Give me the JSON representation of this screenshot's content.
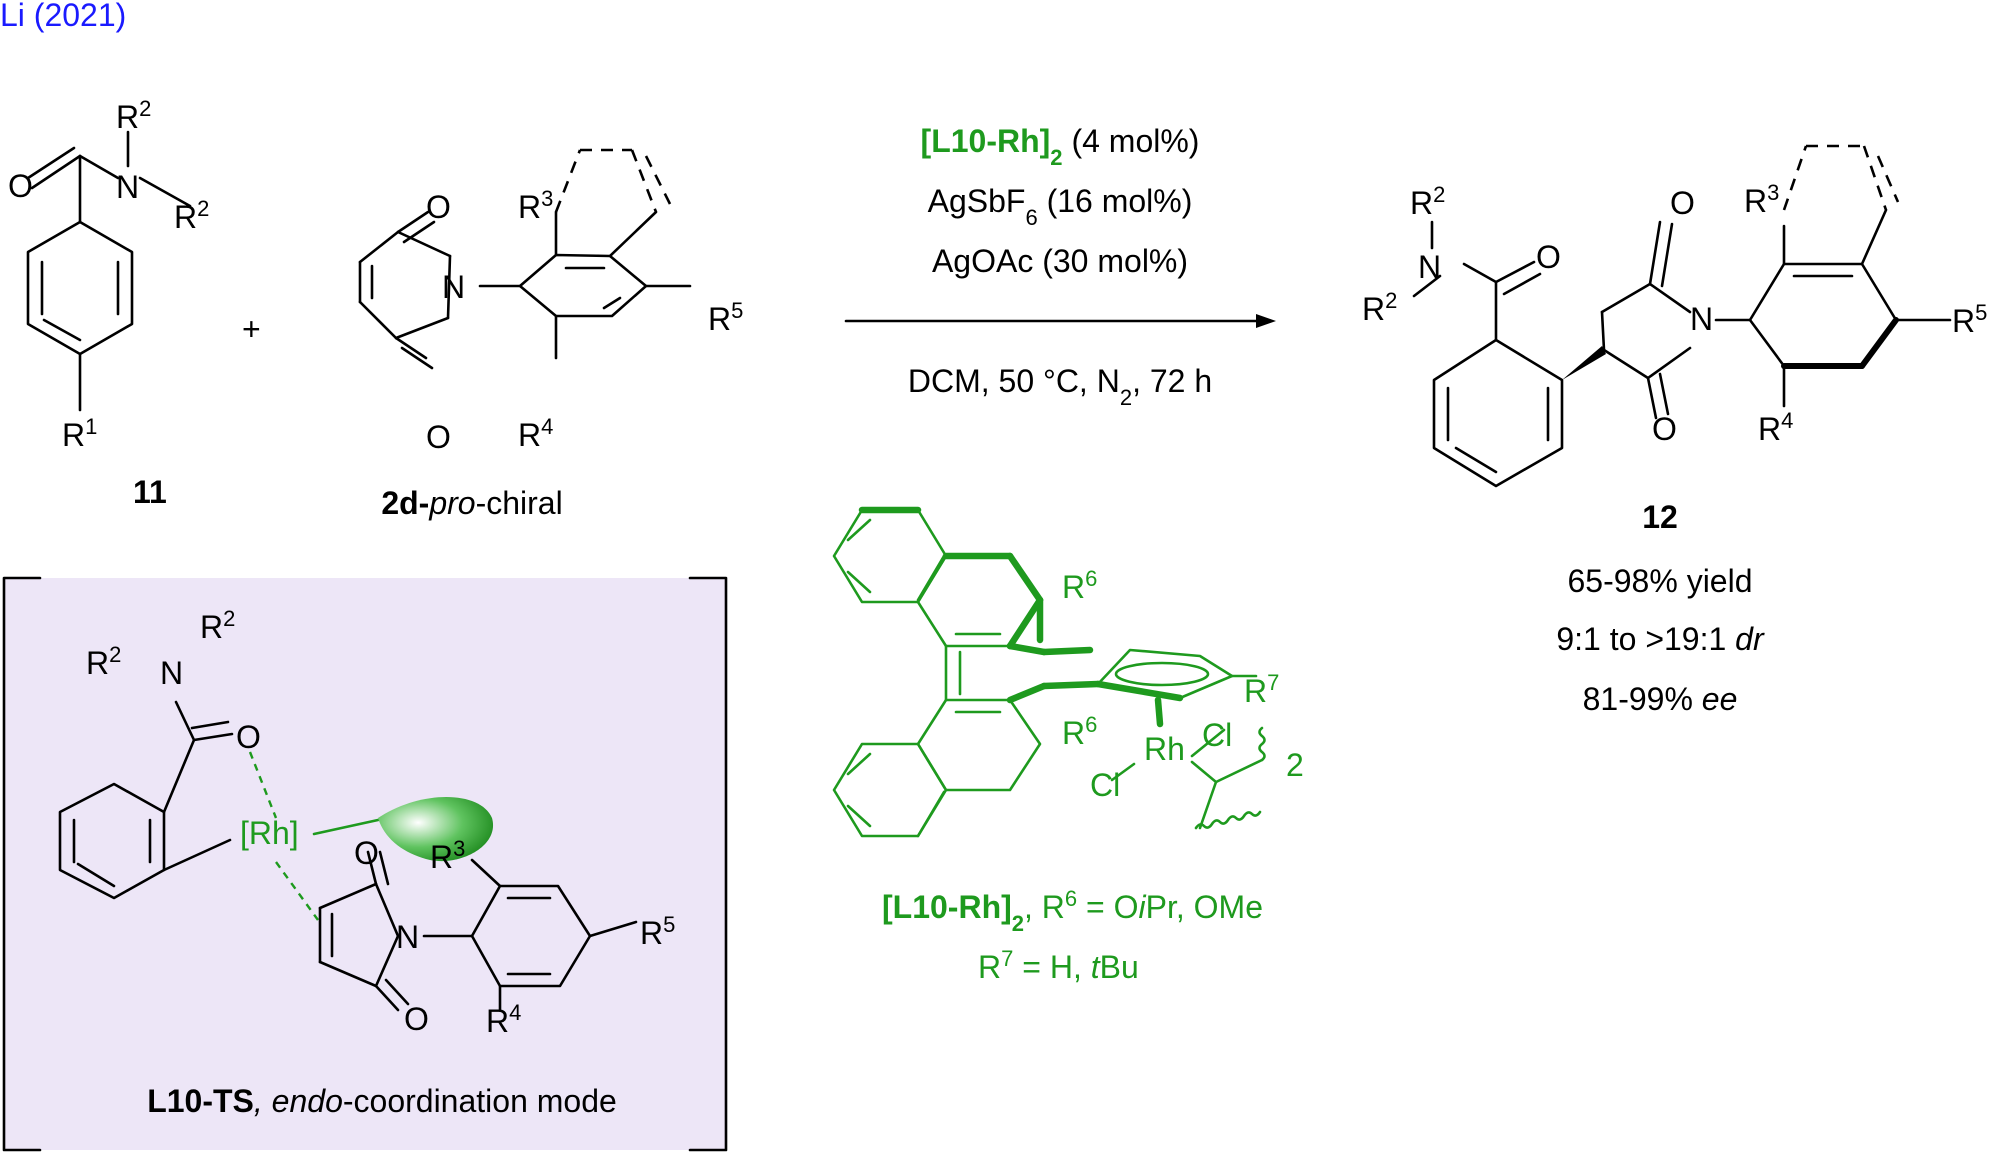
{
  "header": {
    "citation": "Li (2021)"
  },
  "reagents": {
    "plus": "+",
    "compound_11": "11",
    "compound_2d_prefix": "2d-",
    "compound_2d_italic": "pro",
    "compound_2d_suffix": "-chiral",
    "product": "12"
  },
  "conditions": {
    "catalyst": "[L10-Rh]",
    "catalyst_sub": "2",
    "catalyst_load": " (4 mol%)",
    "additive1_a": "AgSbF",
    "additive1_sub": "6",
    "additive1_b": " (16 mol%)",
    "additive2": "AgOAc (30 mol%)",
    "solvent_a": "DCM, 50 °C, N",
    "solvent_sub": "2",
    "solvent_b": ", 72 h"
  },
  "results": {
    "yield": "65-98% yield",
    "dr_value": "9:1 to >19:1 ",
    "dr_label": "dr",
    "ee_value": "81-99% ",
    "ee_label": "ee"
  },
  "ligand": {
    "name": "[L10-Rh]",
    "name_sub": "2",
    "r6_text_a": ", R",
    "r6_sup": "6",
    "r6_text_b": " = O",
    "r6_italic": "i",
    "r6_text_c": "Pr, OMe",
    "r7_text_a": "R",
    "r7_sup": "7",
    "r7_text_b": " = H, ",
    "r7_italic": "t",
    "r7_text_c": "Bu",
    "labels": {
      "r6": "R",
      "r6_sup": "6",
      "r7": "R",
      "r7_sup": "7",
      "rh": "Rh",
      "cl": "Cl",
      "dimer": "2"
    }
  },
  "ts_box": {
    "name": "L10-TS",
    "mode_italic": "endo",
    "mode_rest": "-coordination mode",
    "rh_label": "[Rh]"
  },
  "atoms": {
    "O": "O",
    "N": "N",
    "R": "R",
    "sup1": "1",
    "sup2": "2",
    "sup3": "3",
    "sup4": "4",
    "sup5": "5"
  },
  "colors": {
    "citation": "#1a1aff",
    "accent": "#1e9a1e",
    "ts_box_fill": "#ede6f7",
    "text": "#000000"
  }
}
